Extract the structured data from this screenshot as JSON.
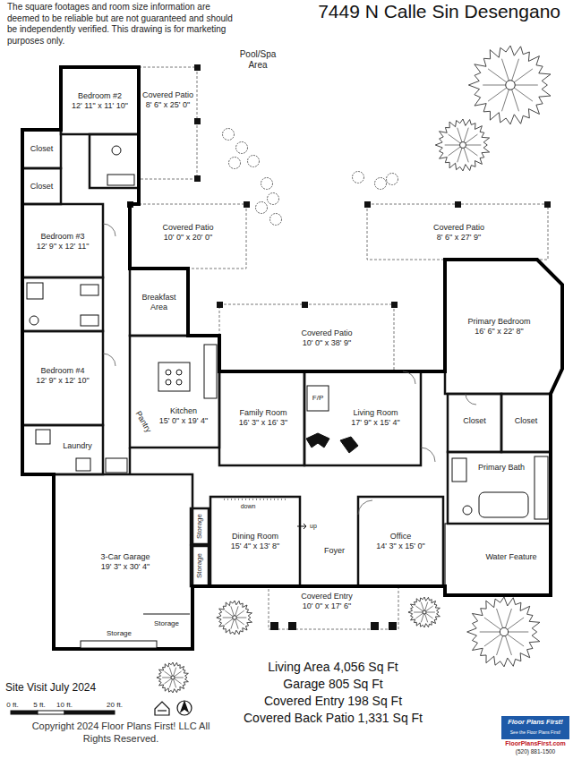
{
  "diagram": {
    "title": "7449 N Calle Sin Desengano",
    "nodes": [
      {
        "text": [
          "Bedroom #2",
          "12' 11\" x 11' 10\""
        ]
      },
      {
        "text": [
          "Covered Patio",
          "8' 6\" x 25' 0\""
        ]
      },
      {
        "text": [
          "Closet"
        ]
      },
      {
        "text": [
          "Closet"
        ]
      },
      {
        "text": [
          "Covered Patio",
          "10' 0\" x 20' 0\""
        ]
      },
      {
        "text": [
          "Covered Patio",
          "8' 6\" x 27' 9\""
        ]
      },
      {
        "text": [
          "Bedroom #3",
          "12' 9\" x 12' 11\""
        ]
      },
      {
        "text": [
          "Breakfast Area"
        ]
      },
      {
        "text": [
          "Covered Patio",
          "10' 0\" x 38' 9\""
        ]
      },
      {
        "text": [
          "Primary Bedroom",
          "16' 6\" x 22' 8\""
        ]
      },
      {
        "text": [
          "Kitchen",
          "15' 0\" x 19' 4\""
        ]
      },
      {
        "text": [
          "Pantry"
        ]
      },
      {
        "text": [
          "Bedroom #4",
          "12' 9\" x 12' 10\""
        ]
      },
      {
        "text": [
          "Family Room",
          "16' 3\" x 16' 3\""
        ]
      },
      {
        "text": [
          "Living Room",
          "17' 9\" x 15' 4\""
        ]
      },
      {
        "text": [
          "Closet"
        ]
      },
      {
        "text": [
          "Closet"
        ]
      },
      {
        "text": [
          "Laundry"
        ]
      },
      {
        "text": [
          "Primary Bath"
        ]
      },
      {
        "text": [
          "Dining Room",
          "15' 4\" x 13' 8\""
        ]
      },
      {
        "text": [
          "Foyer"
        ]
      },
      {
        "text": [
          "Office",
          "14' 3\" x 15' 0\""
        ]
      },
      {
        "text": [
          "3-Car Garage",
          "19' 3\" x 30' 4\""
        ]
      },
      {
        "text": [
          "Water Feature"
        ]
      },
      {
        "text": [
          "Covered Entry",
          "10' 0\" x 17' 6\""
        ]
      }
    ],
    "labels": [
      "The square footages and room size information are deemed to be reliable but are not guaranteed and should be independently verified. This drawing is for marketing purposes only.",
      "Pool/Spa Area",
      "F/P",
      "down",
      "up",
      "Storage",
      "Storage",
      "Storage",
      "Storage",
      "Living Area 4,056 Sq Ft",
      "Garage 805 Sq Ft",
      "Covered Entry 198 Sq Ft",
      "Covered Back Patio 1,331 Sq Ft",
      "Site Visit July 2024",
      "0 ft.",
      "5 ft.",
      "10 ft.",
      "20 ft.",
      "Copyright 2024 Floor Plans First! LLC All Rights Reserved.",
      "Floor Plans First!",
      "See the Floor Plans First!",
      "FloorPlansFirst.com",
      "(520) 881-1500"
    ]
  }
}
